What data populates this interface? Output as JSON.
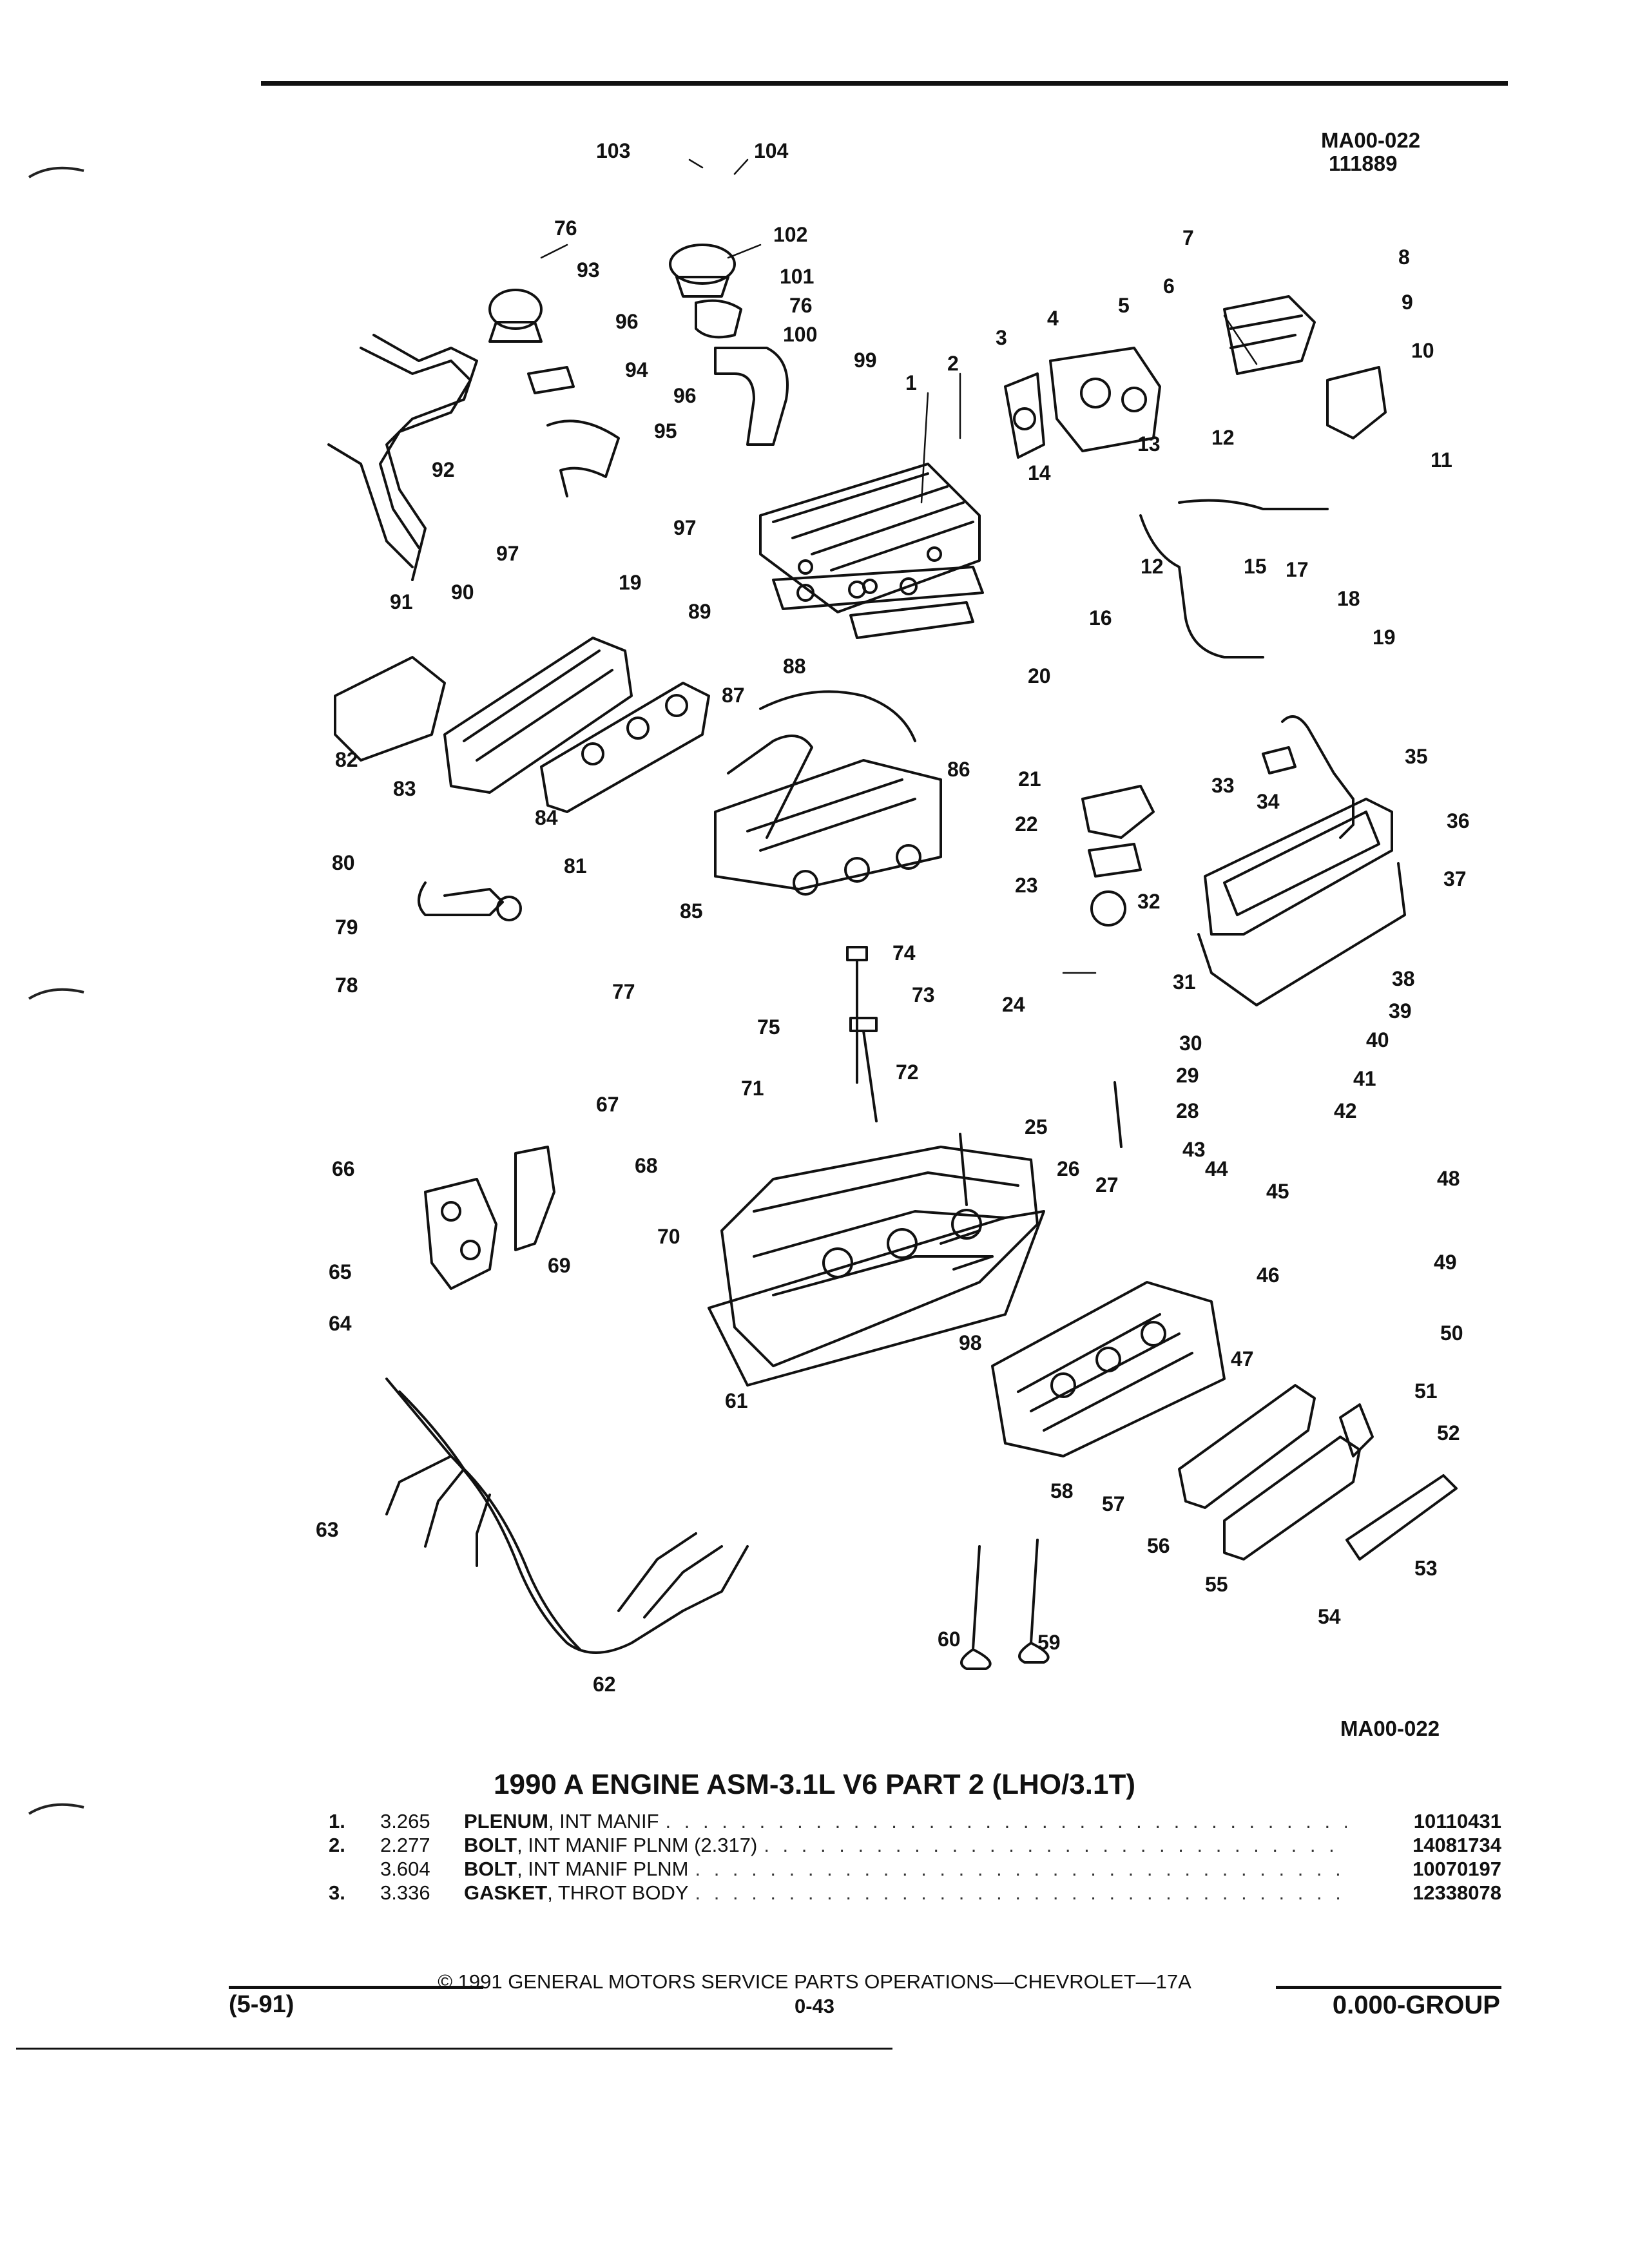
{
  "header": {
    "drawing_id": "MA00-022",
    "drawing_date": "111889",
    "drawing_id_bottom": "MA00-022"
  },
  "diagram": {
    "callouts": [
      "1",
      "2",
      "3",
      "4",
      "5",
      "6",
      "7",
      "8",
      "9",
      "10",
      "11",
      "12",
      "13",
      "14",
      "15",
      "16",
      "17",
      "18",
      "19",
      "20",
      "21",
      "22",
      "23",
      "24",
      "25",
      "26",
      "27",
      "28",
      "29",
      "30",
      "31",
      "32",
      "33",
      "34",
      "35",
      "36",
      "37",
      "38",
      "39",
      "40",
      "41",
      "42",
      "43",
      "44",
      "45",
      "46",
      "47",
      "48",
      "49",
      "50",
      "51",
      "52",
      "53",
      "54",
      "55",
      "56",
      "57",
      "58",
      "59",
      "60",
      "61",
      "62",
      "63",
      "64",
      "65",
      "66",
      "67",
      "68",
      "69",
      "70",
      "71",
      "72",
      "73",
      "74",
      "75",
      "76",
      "77",
      "78",
      "79",
      "80",
      "81",
      "82",
      "83",
      "84",
      "85",
      "86",
      "87",
      "88",
      "89",
      "90",
      "91",
      "92",
      "93",
      "94",
      "95",
      "96",
      "97",
      "98",
      "99",
      "100",
      "101",
      "102",
      "103",
      "104"
    ]
  },
  "title": "1990 A ENGINE ASM-3.1L V6 PART 2 (LHO/3.1T)",
  "parts_list": [
    {
      "num": "1.",
      "code": "3.265",
      "name": "PLENUM",
      "desc": ", INT MANIF",
      "part_number": "10110431"
    },
    {
      "num": "2.",
      "code": "2.277",
      "name": "BOLT",
      "desc": ", INT MANIF PLNM (2.317)",
      "part_number": "14081734"
    },
    {
      "num": "",
      "code": "3.604",
      "name": "BOLT",
      "desc": ", INT MANIF PLNM",
      "part_number": "10070197"
    },
    {
      "num": "3.",
      "code": "3.336",
      "name": "GASKET",
      "desc": ", THROT BODY",
      "part_number": "12338078"
    }
  ],
  "footer": {
    "revision": "(5-91)",
    "copyright": "© 1991 GENERAL MOTORS SERVICE PARTS OPERATIONS—CHEVROLET—17A",
    "page": "0-43",
    "group": "0.000-GROUP"
  }
}
